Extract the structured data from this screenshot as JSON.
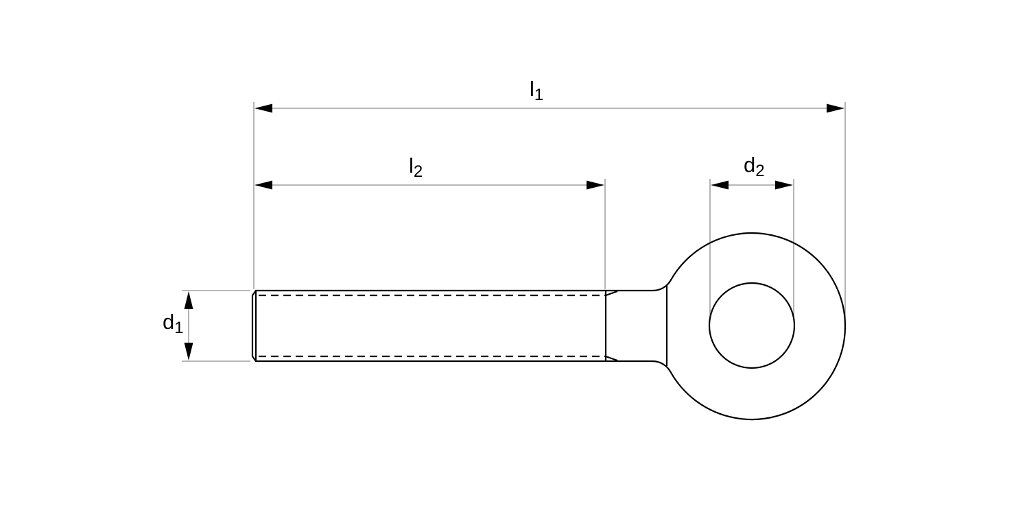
{
  "drawing": {
    "labels": {
      "l1": {
        "base": "l",
        "sub": "1"
      },
      "l2": {
        "base": "l",
        "sub": "2"
      },
      "d1": {
        "base": "d",
        "sub": "1"
      },
      "d2": {
        "base": "d",
        "sub": "2"
      }
    },
    "colors": {
      "background": "#ffffff",
      "outline": "#000000",
      "dimension_lines": "#8c8c8c",
      "arrowheads": "#000000",
      "text": "#000000"
    }
  }
}
